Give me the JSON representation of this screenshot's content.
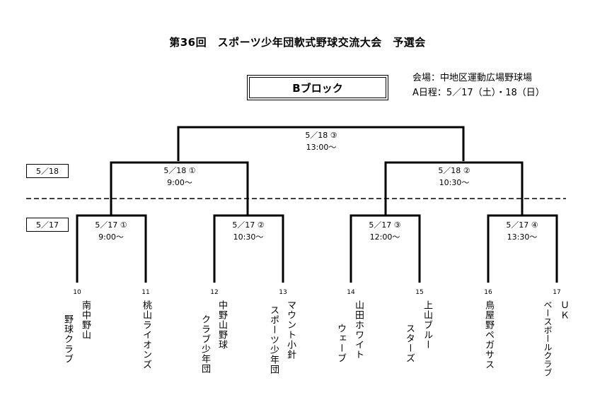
{
  "title": "第36回　スポーツ少年団軟式野球交流大会　予選会",
  "venue": "会場：中地区運動広場野球場",
  "schedule": "A日程：5／17（土）・18（日）",
  "block": "Bブロック",
  "date_labels": [
    "5／18",
    "5／17"
  ],
  "final_match": {
    "label": "5／18 ③",
    "time": "13:00～"
  },
  "semi_matches": [
    {
      "label": "5／18 ①",
      "time": "9:00～"
    },
    {
      "label": "5／18 ②",
      "time": "10:30～"
    }
  ],
  "first_round": [
    {
      "label": "5／17 ①",
      "time": "9:00～"
    },
    {
      "label": "5／17 ②",
      "time": "10:30～"
    },
    {
      "label": "5／17 ③",
      "time": "12:00～"
    },
    {
      "label": "5／17 ④",
      "time": "13:30～"
    }
  ],
  "teams": [
    {
      "seed": "10",
      "lines": [
        "南中野山",
        "野球クラブ"
      ]
    },
    {
      "seed": "11",
      "lines": [
        "桃山ライオンズ"
      ]
    },
    {
      "seed": "12",
      "lines": [
        "中野山野球",
        "クラブ少年団"
      ]
    },
    {
      "seed": "13",
      "lines": [
        "マウント小針",
        "スポーツ少年団"
      ]
    },
    {
      "seed": "14",
      "lines": [
        "山田ホワイト",
        "ウェーブ"
      ]
    },
    {
      "seed": "15",
      "lines": [
        "上山ブルー",
        "スターズ"
      ]
    },
    {
      "seed": "16",
      "lines": [
        "鳥屋野ペガサス"
      ]
    },
    {
      "seed": "17",
      "lines": [
        "ＵＫ",
        "ベースボールクラブ"
      ]
    }
  ]
}
